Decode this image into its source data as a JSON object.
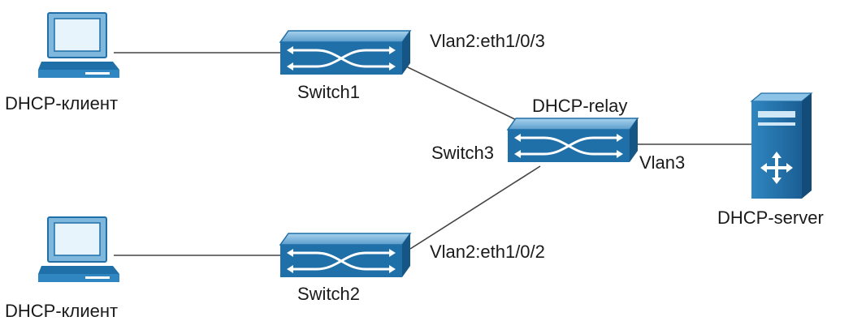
{
  "nodes": {
    "client1": {
      "label": "DHCP-клиент"
    },
    "client2": {
      "label": "DHCP-клиент"
    },
    "switch1": {
      "label": "Switch1"
    },
    "switch2": {
      "label": "Switch2"
    },
    "switch3": {
      "label": "Switch3",
      "role": "DHCP-relay"
    },
    "server": {
      "label": "DHCP-server"
    }
  },
  "links": {
    "sw1_sw3": {
      "label": "Vlan2:eth1/0/3"
    },
    "sw2_sw3": {
      "label": "Vlan2:eth1/0/2"
    },
    "sw3_server": {
      "label": "Vlan3"
    }
  },
  "colors": {
    "device_blue": "#1f6fa8",
    "device_light": "#7fb8dc",
    "line": "#444444"
  }
}
